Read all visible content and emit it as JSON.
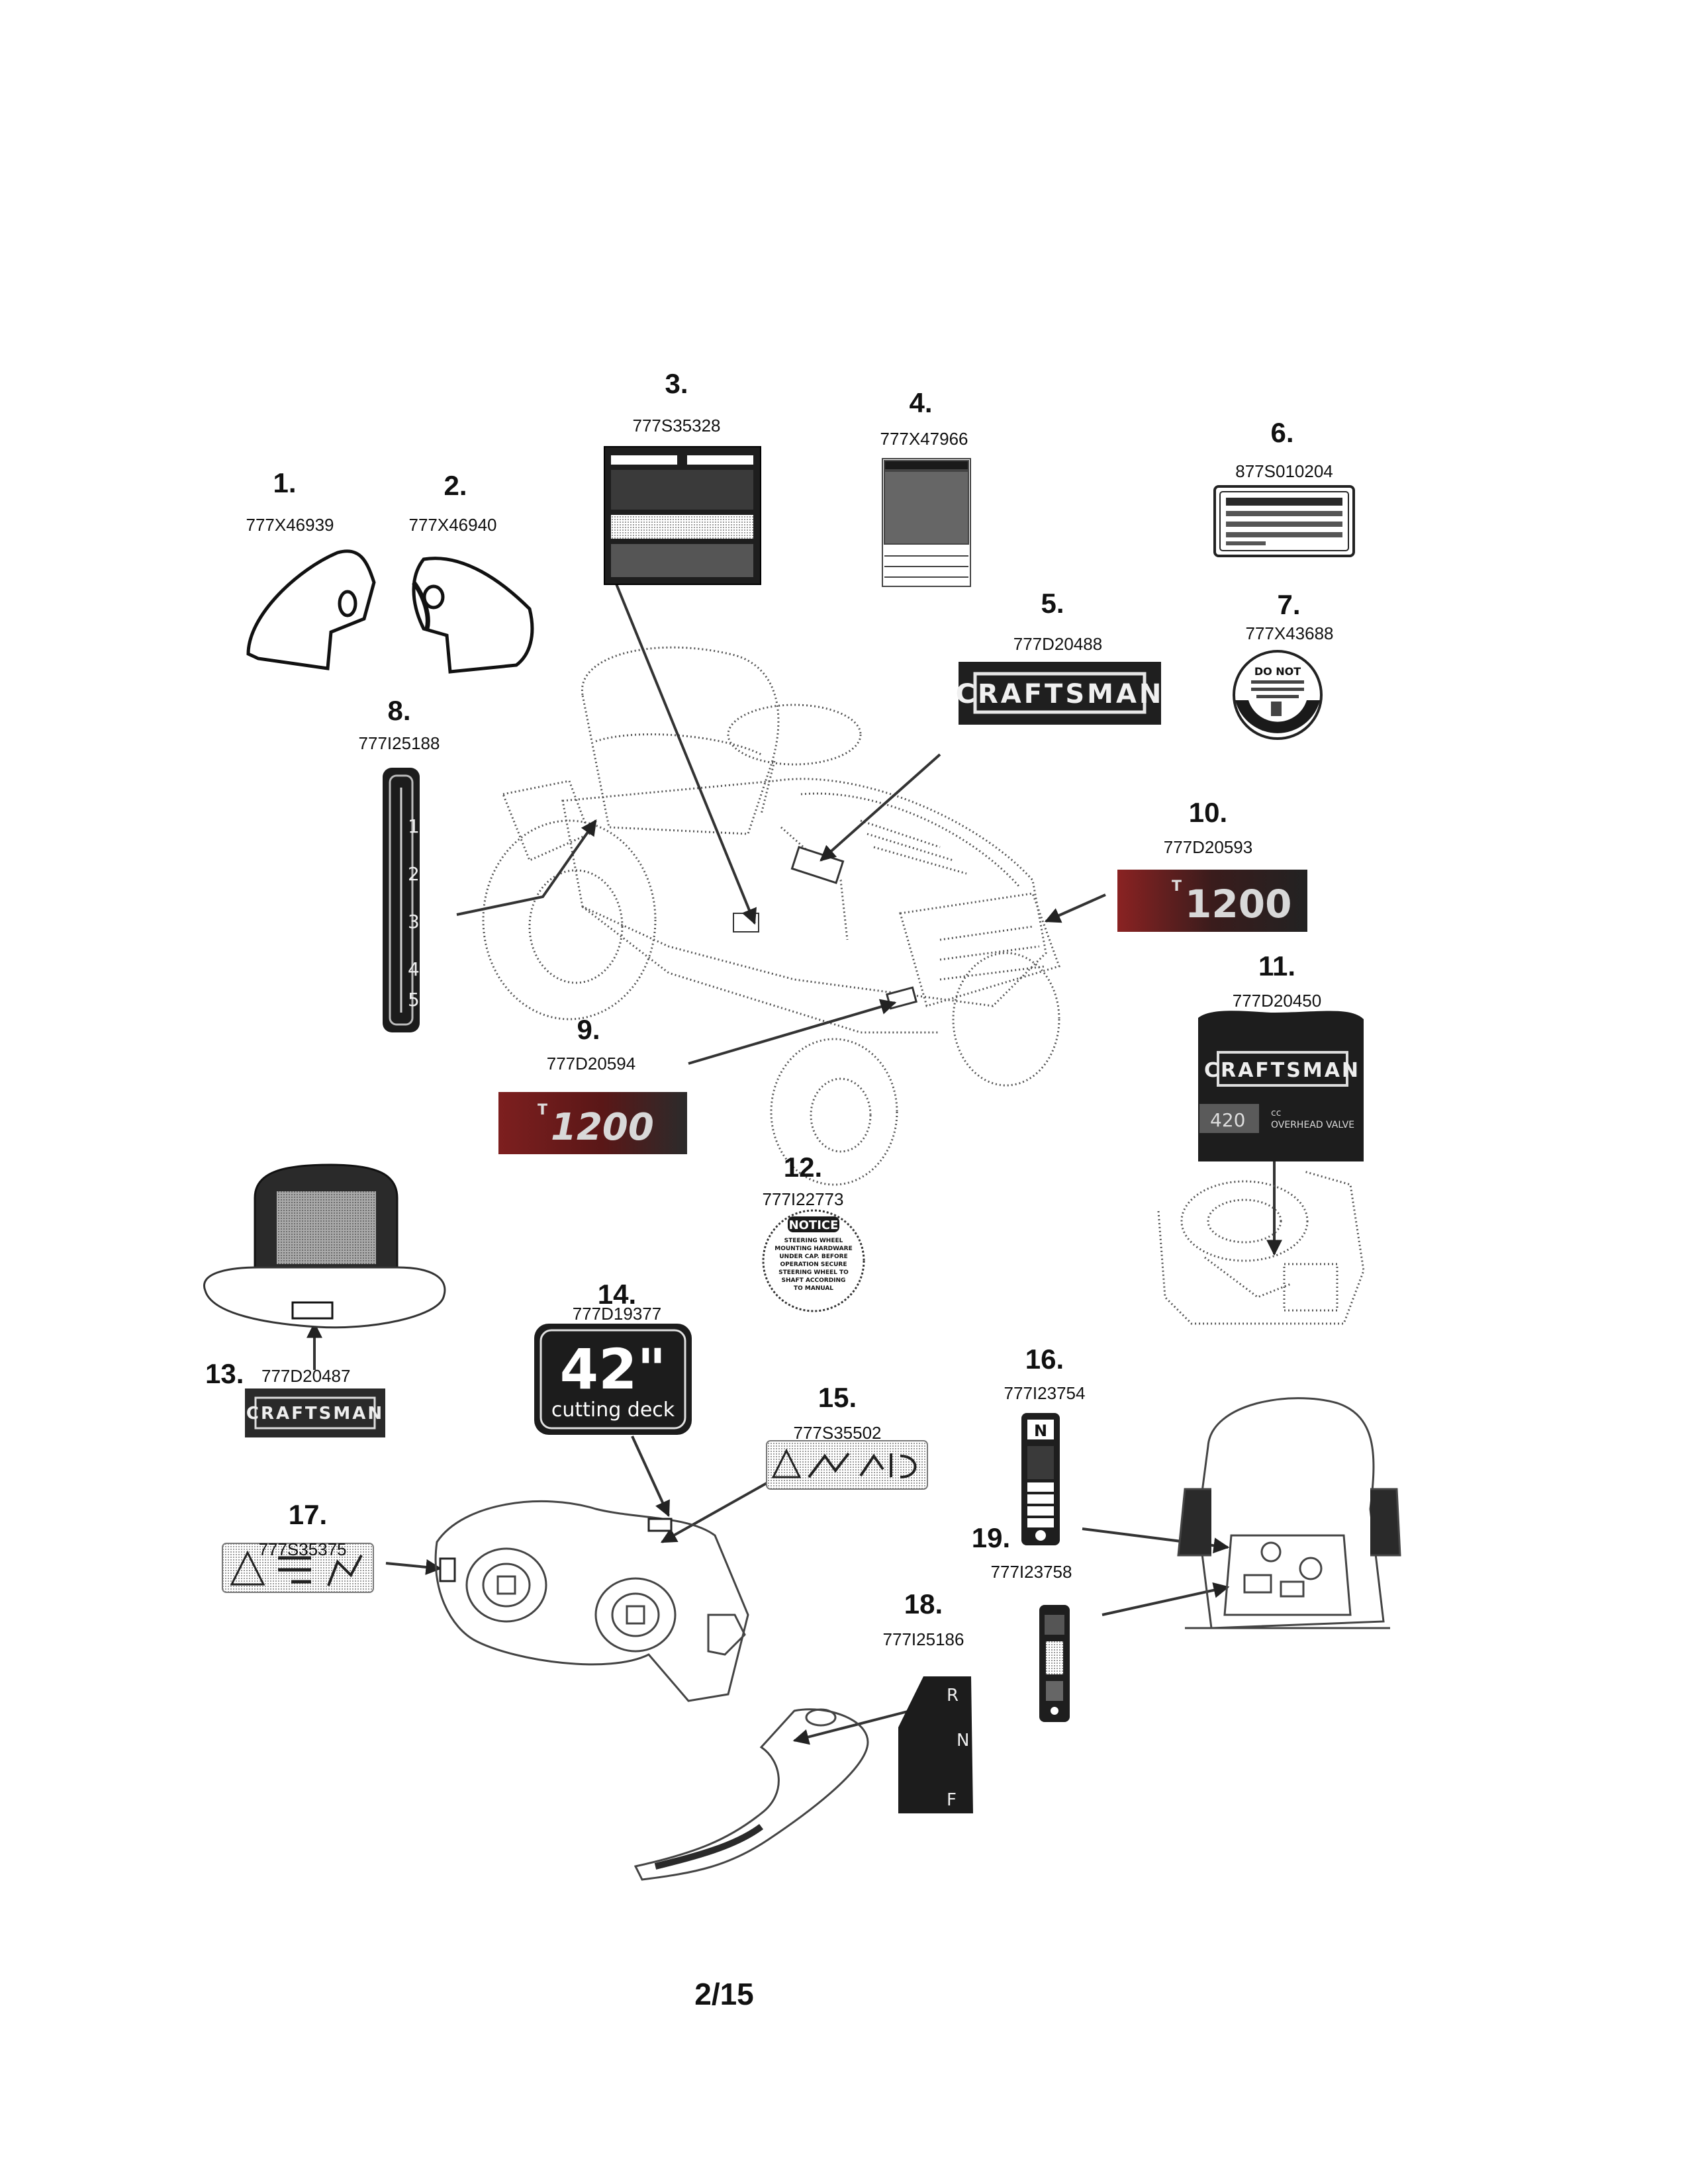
{
  "page_number": "2/15",
  "brand_label": "CRAFTSMAN",
  "model_badge": "1200",
  "model_badge_prefix": "T",
  "items": [
    {
      "num": "1.",
      "part": "777X46939"
    },
    {
      "num": "2.",
      "part": "777X46940"
    },
    {
      "num": "3.",
      "part": "777S35328"
    },
    {
      "num": "4.",
      "part": "777X47966"
    },
    {
      "num": "5.",
      "part": "777D20488"
    },
    {
      "num": "6.",
      "part": "877S010204"
    },
    {
      "num": "7.",
      "part": "777X43688"
    },
    {
      "num": "8.",
      "part": "777I25188"
    },
    {
      "num": "9.",
      "part": "777D20594"
    },
    {
      "num": "10.",
      "part": "777D20593"
    },
    {
      "num": "11.",
      "part": "777D20450"
    },
    {
      "num": "12.",
      "part": "777I22773"
    },
    {
      "num": "13.",
      "part": "777D20487"
    },
    {
      "num": "14.",
      "part": "777D19377"
    },
    {
      "num": "15.",
      "part": "777S35502"
    },
    {
      "num": "16.",
      "part": "777I23754"
    },
    {
      "num": "17.",
      "part": "777S35375"
    },
    {
      "num": "18.",
      "part": "777I25186"
    },
    {
      "num": "19.",
      "part": "777I23758"
    }
  ],
  "decal_text": {
    "deck_size": "42\"",
    "deck_caption": "cutting deck",
    "notice_title": "NOTICE",
    "notice_lines": [
      "STEERING WHEEL",
      "MOUNTING HARDWARE",
      "UNDER CAP. BEFORE",
      "OPERATION SECURE",
      "STEERING WHEEL TO",
      "SHAFT ACCORDING",
      "TO MANUAL"
    ],
    "engine_cc": "420",
    "engine_cc_unit": "cc",
    "engine_valve": "OVERHEAD VALVE",
    "do_not": "DO NOT",
    "height_marks": [
      "1",
      "2",
      "3",
      "4",
      "5"
    ],
    "shift_marks": [
      "R",
      "N",
      "F"
    ],
    "neutral_mark": "N"
  },
  "colors": {
    "ink": "#111111",
    "decal_dark": "#1c1c1c",
    "badge_red": "#8a2020",
    "badge_gray": "#cfcfcf"
  }
}
